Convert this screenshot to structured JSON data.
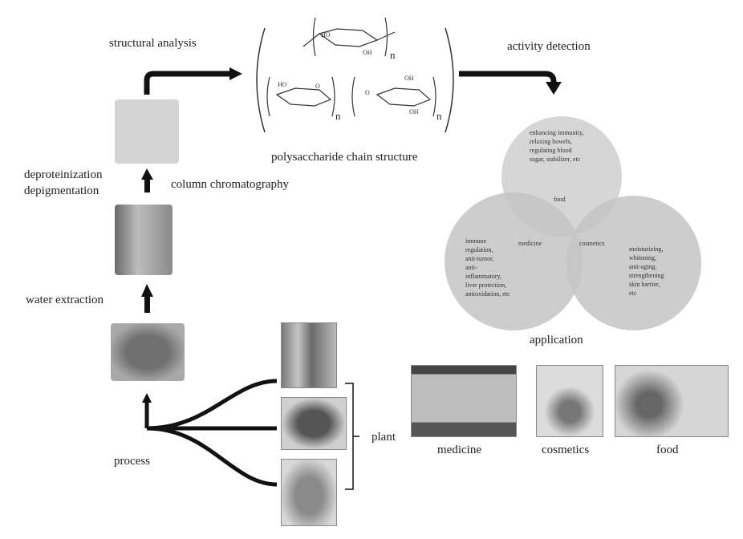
{
  "labels": {
    "structural_analysis": "structural analysis",
    "activity_detection": "activity detection",
    "polysaccharide_chain_structure": "polysaccharide chain structure",
    "deproteinization": "deproteinization",
    "depigmentation": "depigmentation",
    "column_chromatography": "column chromatography",
    "water_extraction": "water extraction",
    "process": "process",
    "plant": "plant",
    "application": "application",
    "medicine": "medicine",
    "cosmetics": "cosmetics",
    "food": "food"
  },
  "venn": {
    "food_title": "food",
    "medicine_title": "medicine",
    "cosmetics_title": "cosmetics",
    "food_text": [
      "enhancing immunity,",
      "relaxing bowels,",
      "regulating blood",
      "sugar, stabilizer, etc"
    ],
    "medicine_text": [
      "immune",
      "regulation,",
      "anti-tumor,",
      "anti-",
      "inflammatory,",
      "liver protection,",
      "antioxidation, etc"
    ],
    "cosmetics_text": [
      "moisturizing,",
      "whitening,",
      "anti-aging,",
      "strengthening",
      "skin barrier,",
      "etc"
    ]
  },
  "chem": {
    "n1": "n",
    "n2": "n",
    "n3": "n",
    "ho": "HO",
    "o": "O",
    "oh": "OH"
  },
  "colors": {
    "arrow": "#111111",
    "venn": "#c9c9c9"
  }
}
